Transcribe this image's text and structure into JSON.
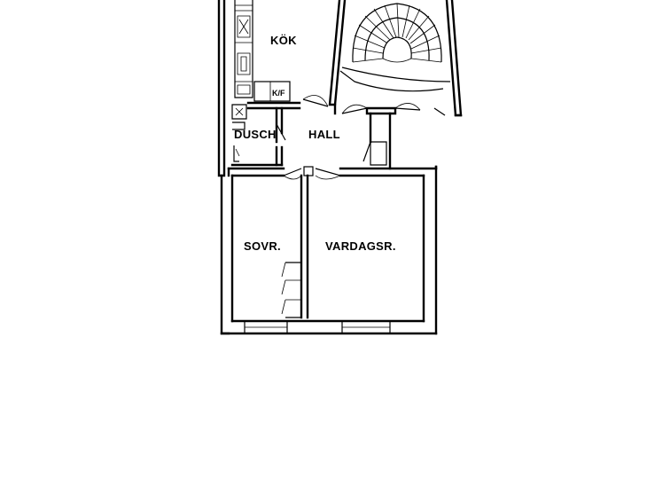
{
  "rooms": {
    "kitchen": "KÖK",
    "shower": "DUSCH",
    "hall": "HALL",
    "bedroom": "SOVR.",
    "living_room": "VARDAGSR.",
    "fridge_freezer": "K/F"
  }
}
